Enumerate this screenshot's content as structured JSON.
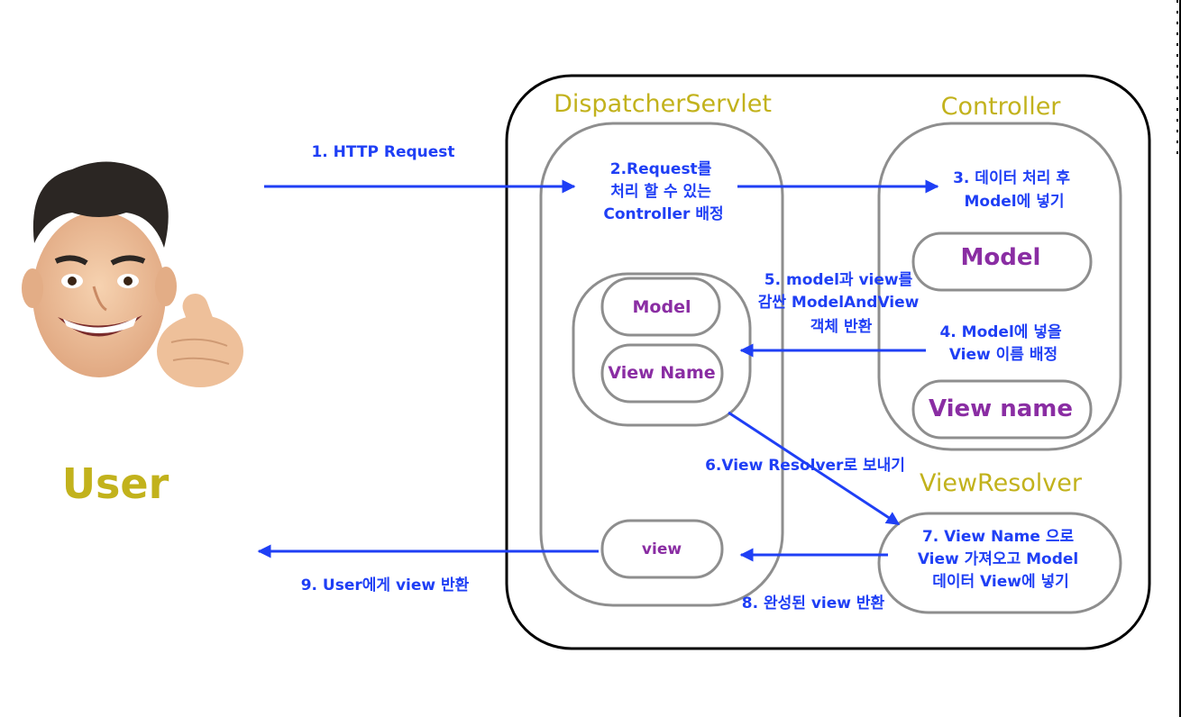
{
  "colors": {
    "arrow": "#1f3ff5",
    "title": "#c2b21c",
    "inner_text": "#8a2da3",
    "box_stroke": "#8e8e8e",
    "outer_stroke": "#000000"
  },
  "user": {
    "label": "User",
    "avatar_icon": "memoji-thumbs-up-icon"
  },
  "containers": {
    "dispatcher_title": "DispatcherServlet",
    "controller_title": "Controller",
    "viewresolver_title": "ViewResolver"
  },
  "controller": {
    "model_label": "Model",
    "viewname_label": "View name"
  },
  "dispatcher": {
    "model_label": "Model",
    "viewname_label": "View Name",
    "view_label": "view"
  },
  "steps": {
    "s1": [
      "1. HTTP Request"
    ],
    "s2": [
      "2.Request를",
      "처리 할 수 있는",
      "Controller 배정"
    ],
    "s3": [
      "3. 데이터 처리 후",
      "Model에 넣기"
    ],
    "s4": [
      "4. Model에 넣을",
      "View 이름 배정"
    ],
    "s5": [
      "5. model과 view를",
      "감싼 ModelAndView",
      "객체 반환"
    ],
    "s6": [
      "6.View Resolver로 보내기"
    ],
    "s7": [
      "7. View Name 으로",
      "View 가져오고 Model",
      "데이터 View에 넣기"
    ],
    "s8": [
      "8. 완성된 view 반환"
    ],
    "s9": [
      "9. User에게 view 반환"
    ]
  }
}
